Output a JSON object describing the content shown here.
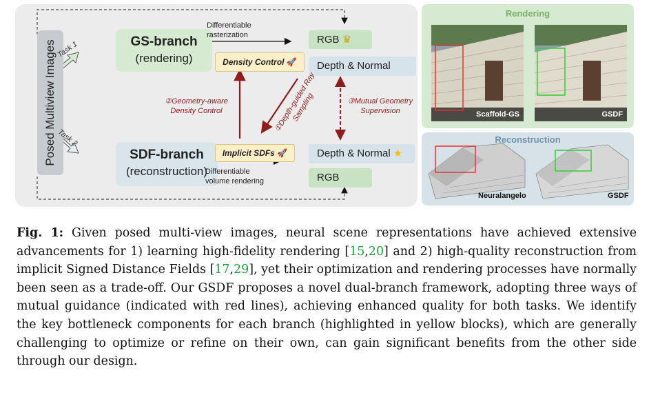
{
  "diagram": {
    "posed_label": "Posed Multiview Images",
    "task1": "Task 1",
    "task2": "Task 2",
    "gs_branch": {
      "title": "GS-branch",
      "subtitle": "(rendering)"
    },
    "sdf_branch": {
      "title": "SDF-branch",
      "subtitle": "(reconstruction)"
    },
    "density_control": "Density Control",
    "implicit_sdfs": "Implicit SDFs",
    "diff_raster": [
      "Differentiable",
      "rasterization"
    ],
    "diff_volume": [
      "Differentiable",
      "volume rendering"
    ],
    "rgb_top": "RGB",
    "depth_normal_top": "Depth & Normal",
    "depth_normal_bottom": "Depth & Normal",
    "rgb_bottom": "RGB",
    "guidance_geometry": [
      "②Geometry-aware",
      "Density Control"
    ],
    "guidance_ray": [
      "①Depth-guided Ray",
      "Sampling"
    ],
    "guidance_mutual": [
      "③Mutual Geometry",
      "Supervision"
    ],
    "icons": {
      "crown": "crown-icon",
      "rocket": "rocket-icon",
      "star": "star-icon"
    },
    "colors": {
      "guidance_red": "#8e1d1d",
      "green_box": "#c8e3c3",
      "blue_box": "#d6e3ea",
      "yellow_box": "#fbefc9"
    }
  },
  "rendering_panel": {
    "title": "Rendering",
    "left_label": "Scaffold-GS",
    "right_label": "GSDF",
    "left_box_color": "#e53333",
    "right_box_color": "#33cc33"
  },
  "reconstruction_panel": {
    "title": "Reconstruction",
    "left_label": "Neuralangelo",
    "right_label": "GSDF"
  },
  "caption": {
    "fig_label": "Fig. 1:",
    "t1": " Given posed multi-view images, neural scene representations have achieved extensive advancements for 1) learning high-fidelity rendering [",
    "c1": "15",
    "sep1": ",",
    "c2": "20",
    "t2": "] and 2) high-quality reconstruction from implicit Signed Distance Fields [",
    "c3": "17",
    "sep2": ",",
    "c4": "29",
    "t3": "], yet their optimization and rendering processes have normally been seen as a trade-off. Our GSDF proposes a novel dual-branch framework, adopting three ways of mutual guidance (indicated with red lines), achieving enhanced quality for both tasks. We identify the key bottleneck components for each branch (highlighted in yellow blocks), which are generally challenging to optimize or refine on their own, can gain significant benefits from the other side through our design."
  }
}
